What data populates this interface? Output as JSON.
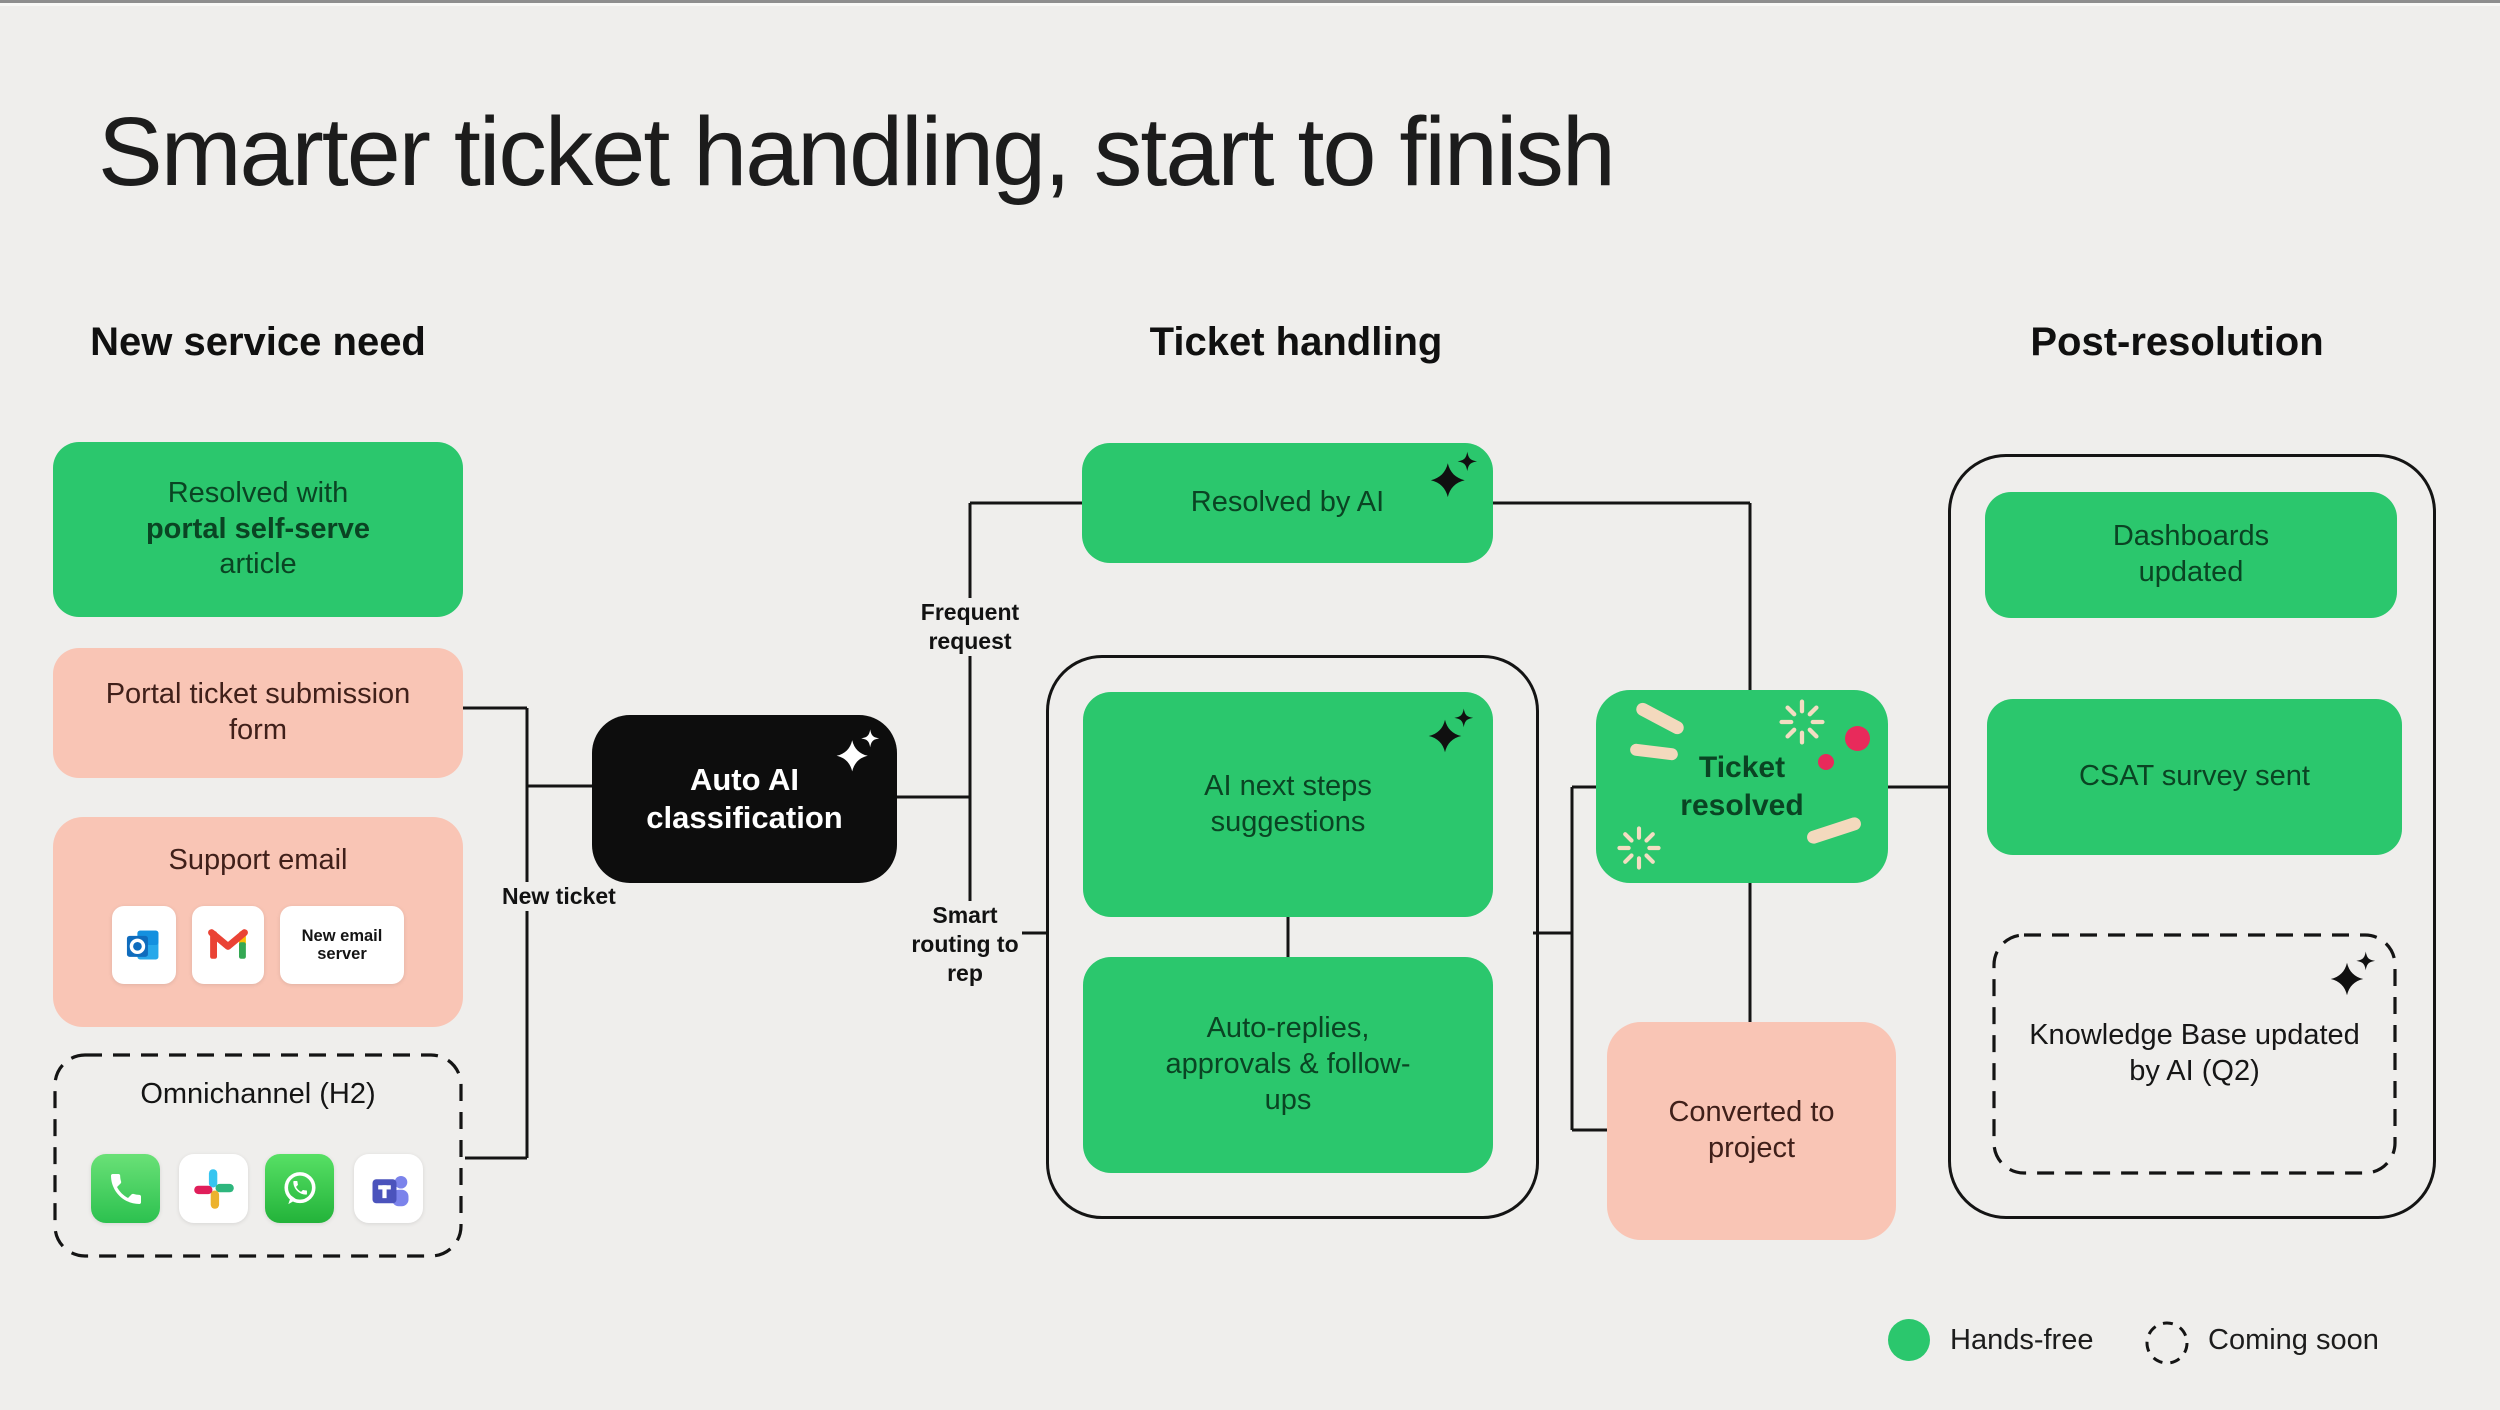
{
  "title": "Smarter ticket handling, start to finish",
  "columns": {
    "left": "New service need",
    "center": "Ticket handling",
    "right": "Post-resolution"
  },
  "nodes": {
    "portal_article_line1": "Resolved with",
    "portal_article_line2": "portal self-serve",
    "portal_article_line3": "article",
    "portal_form": "Portal ticket submission form",
    "support_email": "Support email",
    "new_email_server": "New email server",
    "omnichannel": "Omnichannel (H2)",
    "auto_ai_classification": "Auto AI classification",
    "resolved_by_ai": "Resolved by AI",
    "ai_next_steps": "AI next steps suggestions",
    "auto_replies": "Auto-replies, approvals & follow-ups",
    "ticket_resolved": "Ticket resolved",
    "converted_to_project": "Converted to project",
    "dashboards_updated": "Dashboards updated",
    "csat_survey": "CSAT survey sent",
    "knowledge_base": "Knowledge Base updated by AI (Q2)"
  },
  "edge_labels": {
    "frequent_request": "Frequent request",
    "new_ticket": "New ticket",
    "smart_routing": "Smart routing to rep"
  },
  "legend": {
    "hands_free": "Hands-free",
    "coming_soon": "Coming soon"
  },
  "icons": {
    "email_channels": [
      "outlook-icon",
      "gmail-icon",
      "new-email-server-card"
    ],
    "omnichannel_channels": [
      "phone-icon",
      "slack-icon",
      "whatsapp-icon",
      "teams-icon"
    ],
    "ai_marker": "sparkle-icon",
    "confetti": [
      "cream-stick",
      "red-dot",
      "starburst"
    ]
  },
  "colors": {
    "background": "#efeeec",
    "line": "#141414",
    "green": "#2bc76d",
    "green_text": "#0a4423",
    "pink": "#f9c5b5",
    "pink_text": "#40201a",
    "black_box": "#0d0d0d",
    "box_text_light": "#ffffff",
    "confetti_cream": "#f3d9bd",
    "confetti_red": "#e82a5b",
    "legend_text": "#1c1c1c"
  }
}
